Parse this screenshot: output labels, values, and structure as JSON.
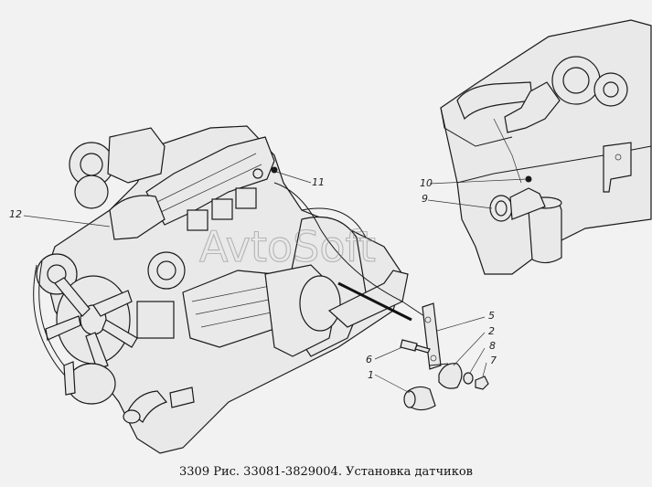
{
  "figure": {
    "caption": "3309 Рис. 33081-3829004. Установка датчиков",
    "watermark": "AvtoSoft",
    "callouts": [
      {
        "id": "c1",
        "label": "1"
      },
      {
        "id": "c2",
        "label": "2"
      },
      {
        "id": "c5",
        "label": "5"
      },
      {
        "id": "c6",
        "label": "6"
      },
      {
        "id": "c7",
        "label": "7"
      },
      {
        "id": "c8",
        "label": "8"
      },
      {
        "id": "c9",
        "label": "9"
      },
      {
        "id": "c10",
        "label": "10"
      },
      {
        "id": "c11",
        "label": "11"
      },
      {
        "id": "c12",
        "label": "12"
      }
    ]
  }
}
